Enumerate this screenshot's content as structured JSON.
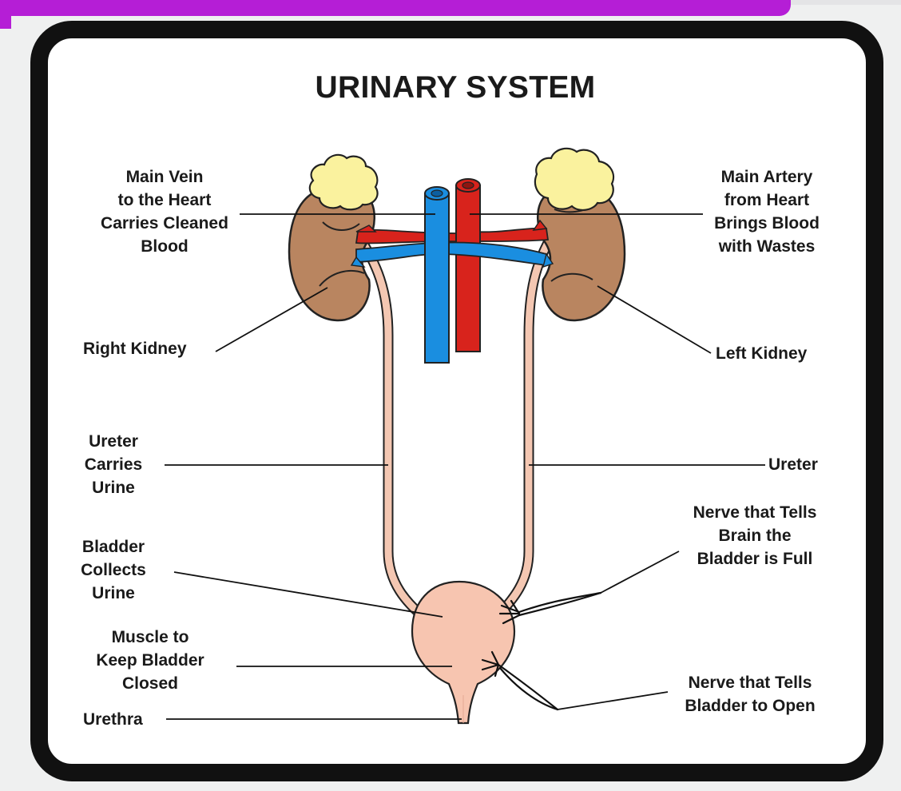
{
  "title": "URINARY SYSTEM",
  "labels": {
    "main_vein": "Main Vein\nto the Heart\nCarries Cleaned\nBlood",
    "main_artery": "Main Artery\nfrom Heart\nBrings Blood\nwith Wastes",
    "right_kidney": "Right Kidney",
    "left_kidney": "Left Kidney",
    "ureter_left_side": "Ureter\nCarries\nUrine",
    "ureter_right_side": "Ureter",
    "bladder": "Bladder\nCollects\nUrine",
    "nerve_full": "Nerve that Tells\nBrain the\nBladder is Full",
    "muscle": "Muscle to\nKeep Bladder\nClosed",
    "urethra": "Urethra",
    "nerve_open": "Nerve that Tells\nBladder to Open"
  },
  "colors": {
    "frame": "#b51ed6",
    "kidney": "#b98560",
    "adrenal": "#faf29e",
    "vein": "#1a8ee0",
    "artery": "#d8231c",
    "ureter": "#f4c7b2",
    "bladder": "#f7c5b0",
    "card_border": "#111111"
  }
}
